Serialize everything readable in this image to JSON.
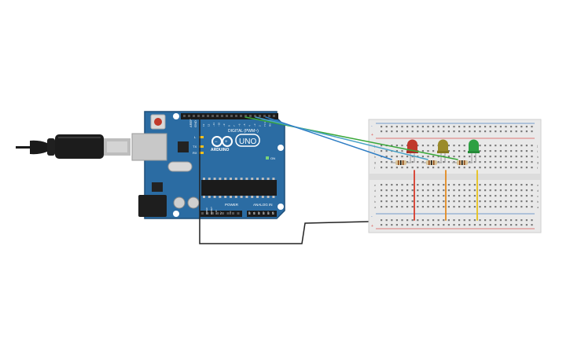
{
  "board": {
    "brand": "ARDUINO",
    "model": "UNO",
    "digital_label": "DIGITAL (PWM~)",
    "power_label": "POWER",
    "analog_label": "ANALOG IN",
    "aref_label": "AREF",
    "gnd_label": "GND",
    "on_label": "ON",
    "l_label": "L",
    "tx_label": "TX",
    "rx_label": "RX",
    "ioref_label": "IOREF",
    "reset_label": "RESET",
    "v33_label": "3.3V",
    "v5_label": "5V",
    "vin_label": "Vin",
    "a_pins": [
      "A0",
      "A1",
      "A2",
      "A3",
      "A4",
      "A5"
    ],
    "digital_pins": [
      "13",
      "12",
      "~11",
      "~10",
      "~9",
      "8",
      "7",
      "~6",
      "~5",
      "4",
      "~3",
      "2",
      "TX 1",
      "RX 0"
    ]
  },
  "breadboard": {
    "row_letters_top": [
      "j",
      "i",
      "h",
      "g",
      "f"
    ],
    "row_letters_bottom": [
      "e",
      "d",
      "c",
      "b",
      "a"
    ],
    "rail_plus": "+",
    "rail_minus": "-"
  },
  "leds": [
    {
      "id": "red",
      "color": "#c0392b"
    },
    {
      "id": "yellow",
      "color": "#9a8a2a"
    },
    {
      "id": "green",
      "color": "#2ea043"
    }
  ],
  "wires": {
    "usb_cable": "#1a1a1a",
    "green": "#3aa83a",
    "teal": "#4aa3c8",
    "blue": "#2e7dc4",
    "ground": "#222222",
    "red": "#d73a2a",
    "orange": "#e38a1f",
    "yellow": "#e8c21a"
  },
  "colors": {
    "board_blue": "#2b6ca3",
    "board_edge": "#1e4f7a",
    "breadboard": "#e9e9e9",
    "rail_red": "#d9534f",
    "rail_blue": "#4a7fc1"
  }
}
